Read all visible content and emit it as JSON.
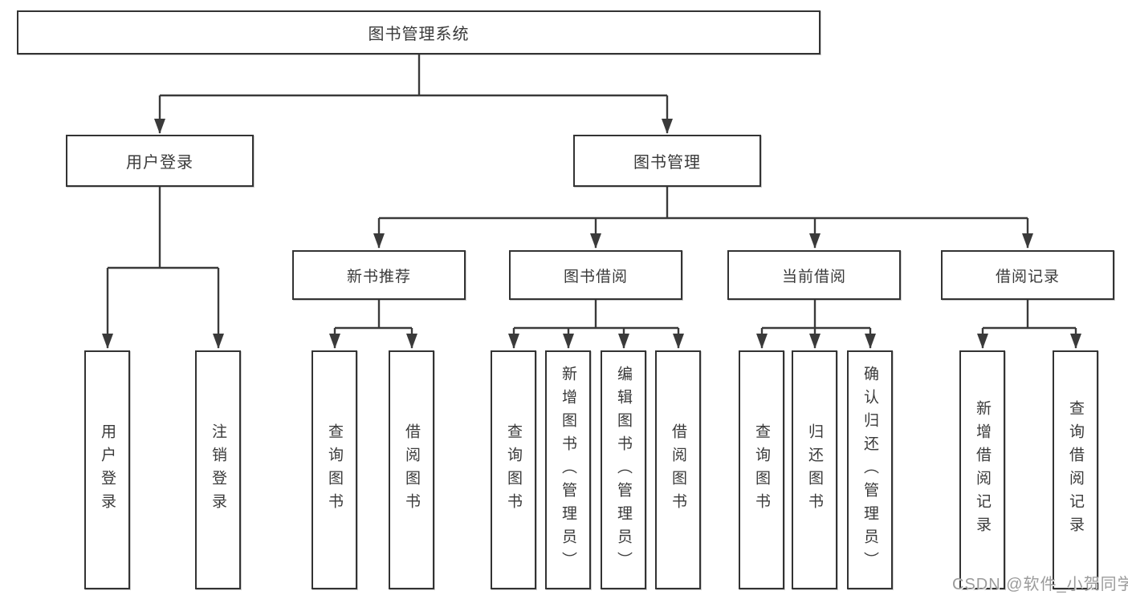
{
  "diagram": {
    "type": "hierarchy-tree",
    "root": {
      "label": "图书管理系统"
    },
    "level2": [
      {
        "id": "user-login",
        "label": "用户登录",
        "parent": "root"
      },
      {
        "id": "book-management",
        "label": "图书管理",
        "parent": "root"
      }
    ],
    "level3": [
      {
        "id": "new-book-recommend",
        "label": "新书推荐",
        "parent": "book-management"
      },
      {
        "id": "book-borrow",
        "label": "图书借阅",
        "parent": "book-management"
      },
      {
        "id": "current-borrow",
        "label": "当前借阅",
        "parent": "book-management"
      },
      {
        "id": "borrow-records",
        "label": "借阅记录",
        "parent": "book-management"
      }
    ],
    "leaves": [
      {
        "label": "用户登录",
        "parent": "user-login"
      },
      {
        "label": "注销登录",
        "parent": "user-login"
      },
      {
        "label": "查询图书",
        "parent": "new-book-recommend"
      },
      {
        "label": "借阅图书",
        "parent": "new-book-recommend"
      },
      {
        "label": "查询图书",
        "parent": "book-borrow"
      },
      {
        "label": "新增图书（管理员）",
        "parent": "book-borrow"
      },
      {
        "label": "编辑图书（管理员）",
        "parent": "book-borrow"
      },
      {
        "label": "借阅图书",
        "parent": "book-borrow"
      },
      {
        "label": "查询图书",
        "parent": "current-borrow"
      },
      {
        "label": "归还图书",
        "parent": "current-borrow"
      },
      {
        "label": "确认归还（管理员）",
        "parent": "current-borrow"
      },
      {
        "label": "新增借阅记录",
        "parent": "borrow-records"
      },
      {
        "label": "查询借阅记录",
        "parent": "borrow-records"
      }
    ],
    "watermark": "CSDN @软件_小贺同学",
    "colors": {
      "line": "#3a3a3a",
      "box_border": "#333333",
      "box_fill": "#ffffff",
      "text": "#3a3a3a",
      "watermark": "#9b9b9b",
      "background": "#ffffff"
    }
  }
}
